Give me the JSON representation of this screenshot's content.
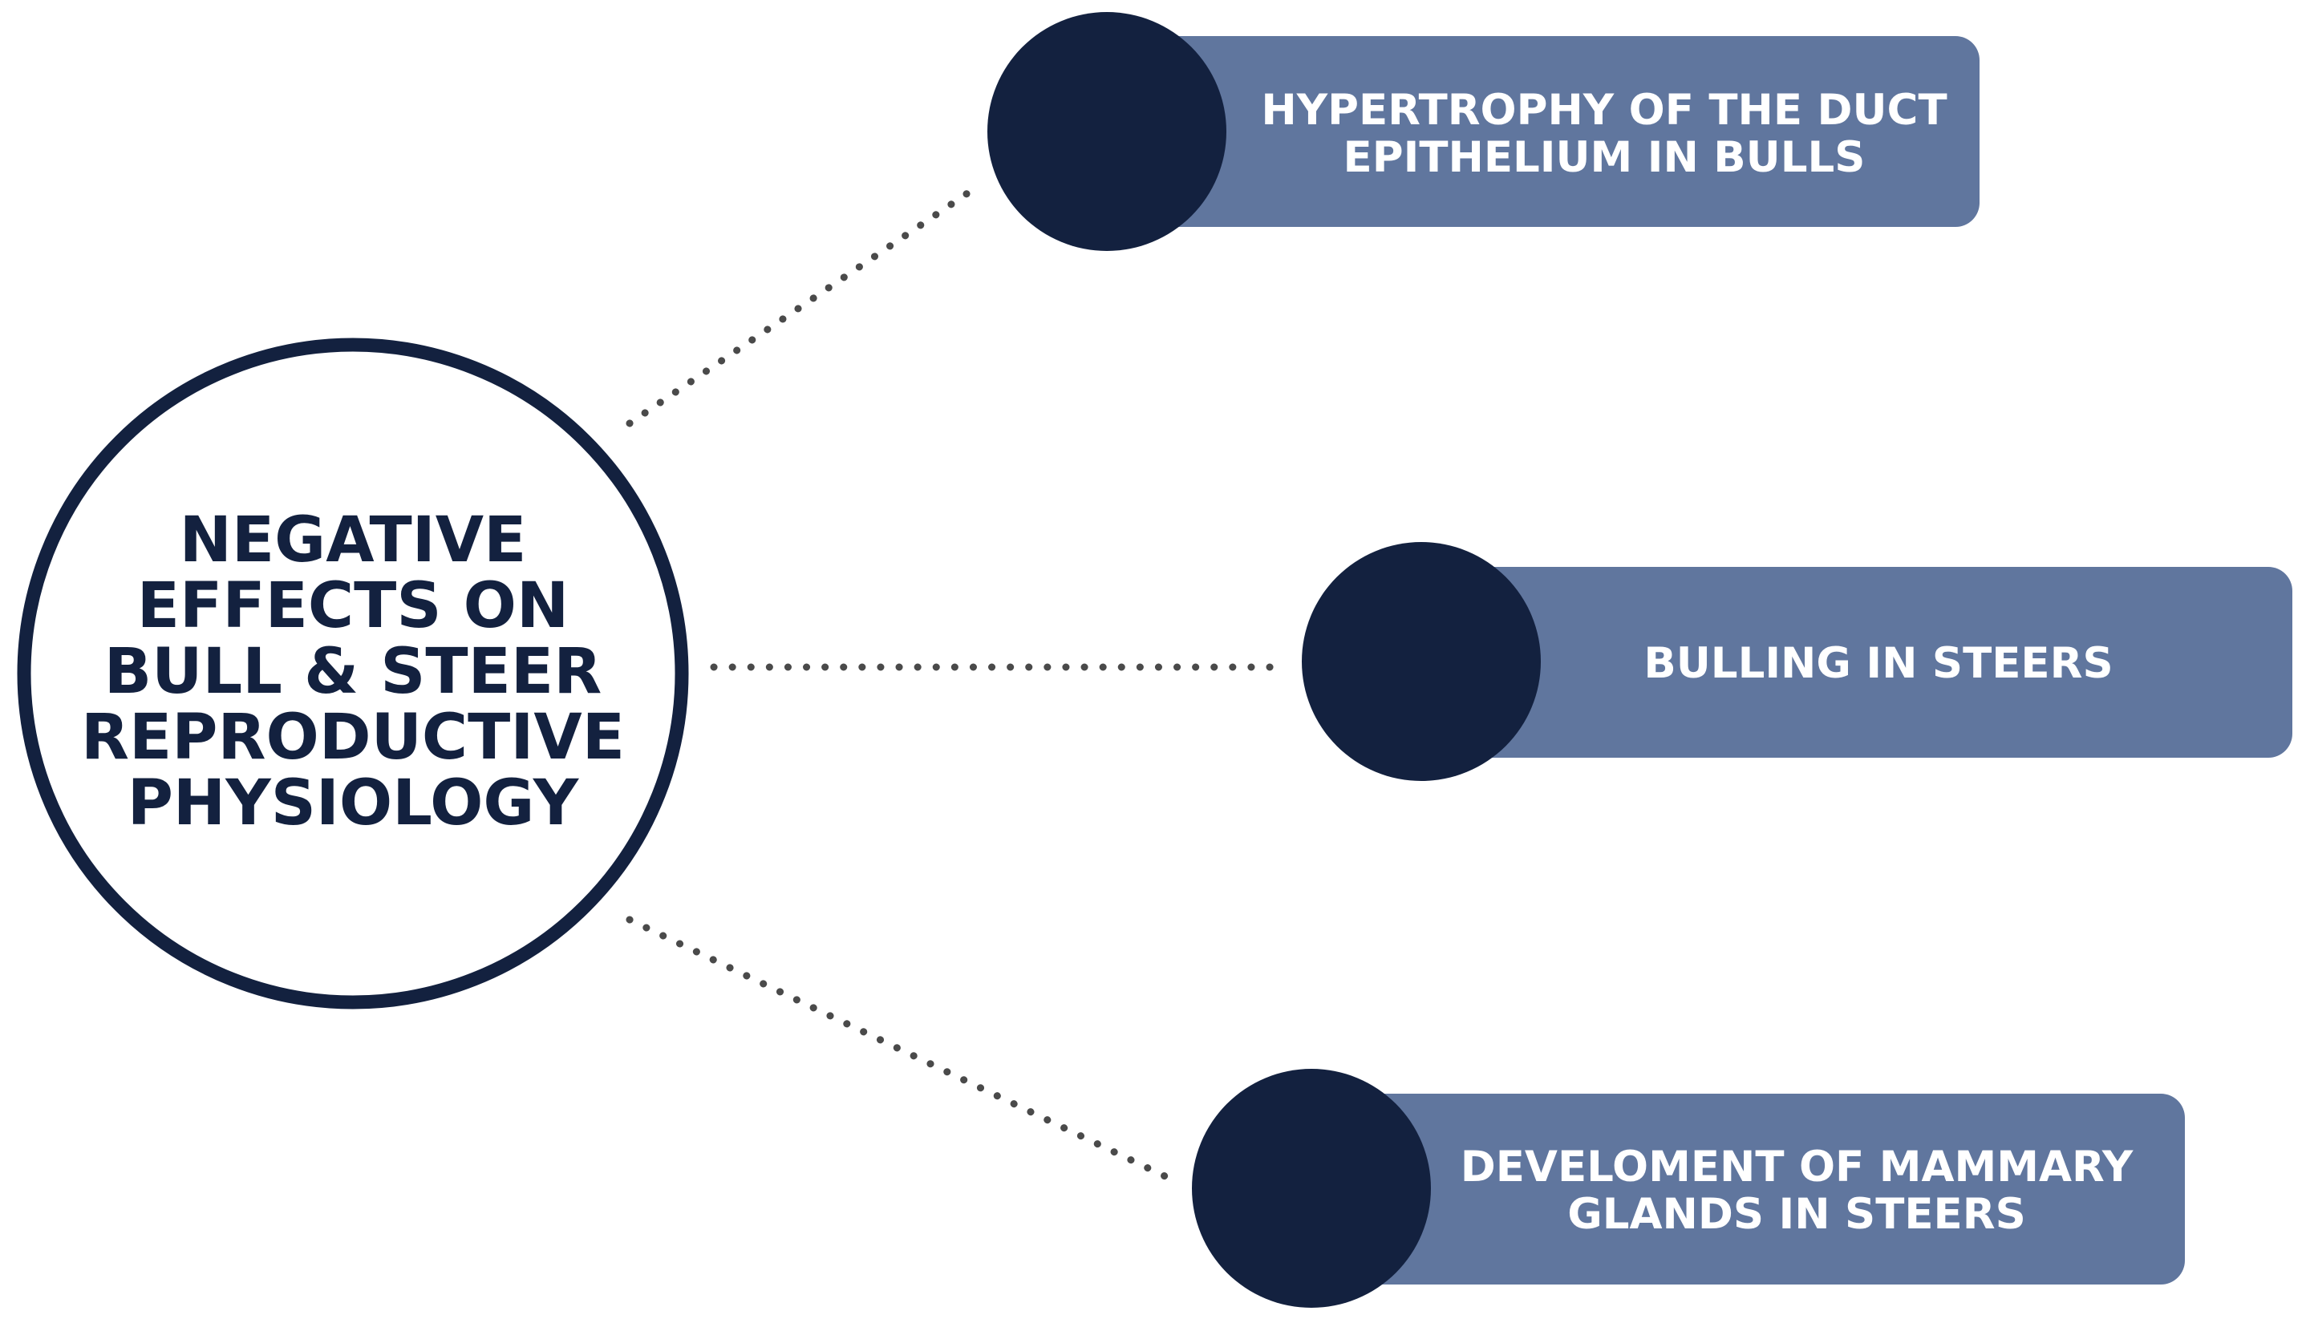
{
  "center": {
    "lines": [
      "NEGATIVE",
      "EFFECTS ON",
      "BULL & STEER",
      "REPRODUCTIVE",
      "PHYSIOLOGY"
    ]
  },
  "effects": [
    {
      "lines": [
        "HYPERTROPHY OF THE DUCT",
        "EPITHELIUM IN BULLS"
      ]
    },
    {
      "lines": [
        "BULLING IN STEERS"
      ]
    },
    {
      "lines": [
        "DEVELOMENT OF MAMMARY",
        "GLANDS IN STEERS"
      ]
    }
  ],
  "colors": {
    "navy": "#13213f",
    "box": "#60769e",
    "dots": "#4a4a4a",
    "box_text": "#ffffff"
  }
}
